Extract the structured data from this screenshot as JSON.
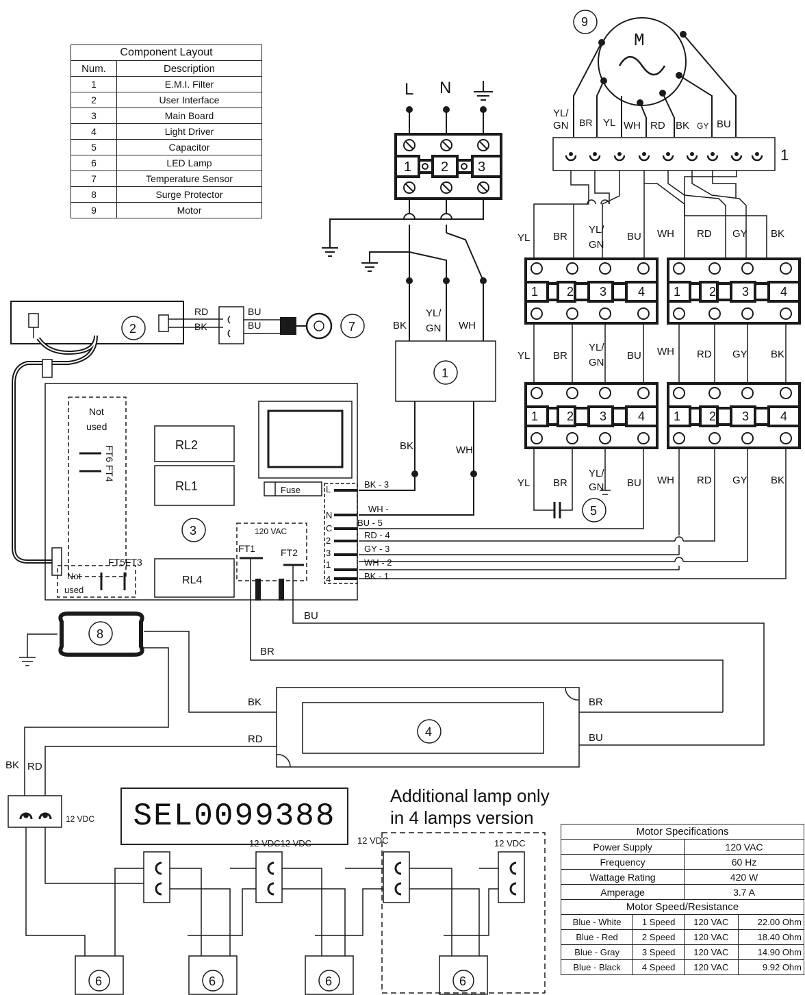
{
  "component_layout": {
    "title": "Component Layout",
    "col_num": "Num.",
    "col_desc": "Description",
    "rows": [
      {
        "num": "1",
        "desc": "E.M.I. Filter"
      },
      {
        "num": "2",
        "desc": "User Interface"
      },
      {
        "num": "3",
        "desc": "Main Board"
      },
      {
        "num": "4",
        "desc": "Light Driver"
      },
      {
        "num": "5",
        "desc": "Capacitor"
      },
      {
        "num": "6",
        "desc": "LED Lamp"
      },
      {
        "num": "7",
        "desc": "Temperature Sensor"
      },
      {
        "num": "8",
        "desc": "Surge Protector"
      },
      {
        "num": "9",
        "desc": "Motor"
      }
    ]
  },
  "motor_specs": {
    "title": "Motor Specifications",
    "rows": [
      {
        "label": "Power Supply",
        "value": "120 VAC"
      },
      {
        "label": "Frequency",
        "value": "60 Hz"
      },
      {
        "label": "Wattage Rating",
        "value": "420 W"
      },
      {
        "label": "Amperage",
        "value": "3.7 A"
      }
    ],
    "speed_title": "Motor Speed/Resistance",
    "speeds": [
      {
        "wires": "Blue - White",
        "speed": "1 Speed",
        "voltage": "120 VAC",
        "ohm": "22.00 Ohm"
      },
      {
        "wires": "Blue - Red",
        "speed": "2 Speed",
        "voltage": "120 VAC",
        "ohm": "18.40 Ohm"
      },
      {
        "wires": "Blue - Gray",
        "speed": "3 Speed",
        "voltage": "120 VAC",
        "ohm": "14.90 Ohm"
      },
      {
        "wires": "Blue - Black",
        "speed": "4 Speed",
        "voltage": "120 VAC",
        "ohm": "9.92 Ohm"
      }
    ]
  },
  "part_number": "SEL0099388",
  "note_line1": "Additional lamp only",
  "note_line2": "in 4 lamps version",
  "supply": {
    "l": "L",
    "n": "N"
  },
  "motor_symbol": "M",
  "callouts": {
    "c1": "1",
    "c2": "2",
    "c3": "3",
    "c4": "4",
    "c5": "5",
    "c6": "6",
    "c7": "7",
    "c8": "8",
    "c9": "9"
  },
  "terminal_nums": {
    "t1": "1",
    "t2": "2",
    "t3": "3",
    "t4": "4"
  },
  "board": {
    "rl1": "RL1",
    "rl2": "RL2",
    "rl4": "RL4",
    "fuse": "Fuse",
    "not_used_1": "Not",
    "not_used_2": "used",
    "ft6ft4": "FT6 FT4",
    "ft5ft3": "FT5FT3",
    "v120": "120 VAC",
    "ft1": "FT1",
    "ft2": "FT2",
    "conn_l": "L",
    "conn_n": "N",
    "conn_c": "C",
    "conn_2": "2",
    "conn_3": "3",
    "conn_1": "1",
    "conn_4": "4"
  },
  "board_wires": {
    "bk3": "BK - 3",
    "wh": "WH -",
    "bu5": "BU - 5",
    "rd4": "RD - 4",
    "gy3": "GY - 3",
    "wh2": "WH - 2",
    "bk1": "BK - 1"
  },
  "wires": {
    "yl": "YL",
    "br": "BR",
    "wh": "WH",
    "rd": "RD",
    "bk": "BK",
    "gy": "GY",
    "bu": "BU",
    "yl_gn_1": "YL/",
    "yl_gn_2": "GN"
  },
  "v12": "12 VDC",
  "v12x2": "12 VDC12 VDC",
  "motor_strip_num": "1"
}
